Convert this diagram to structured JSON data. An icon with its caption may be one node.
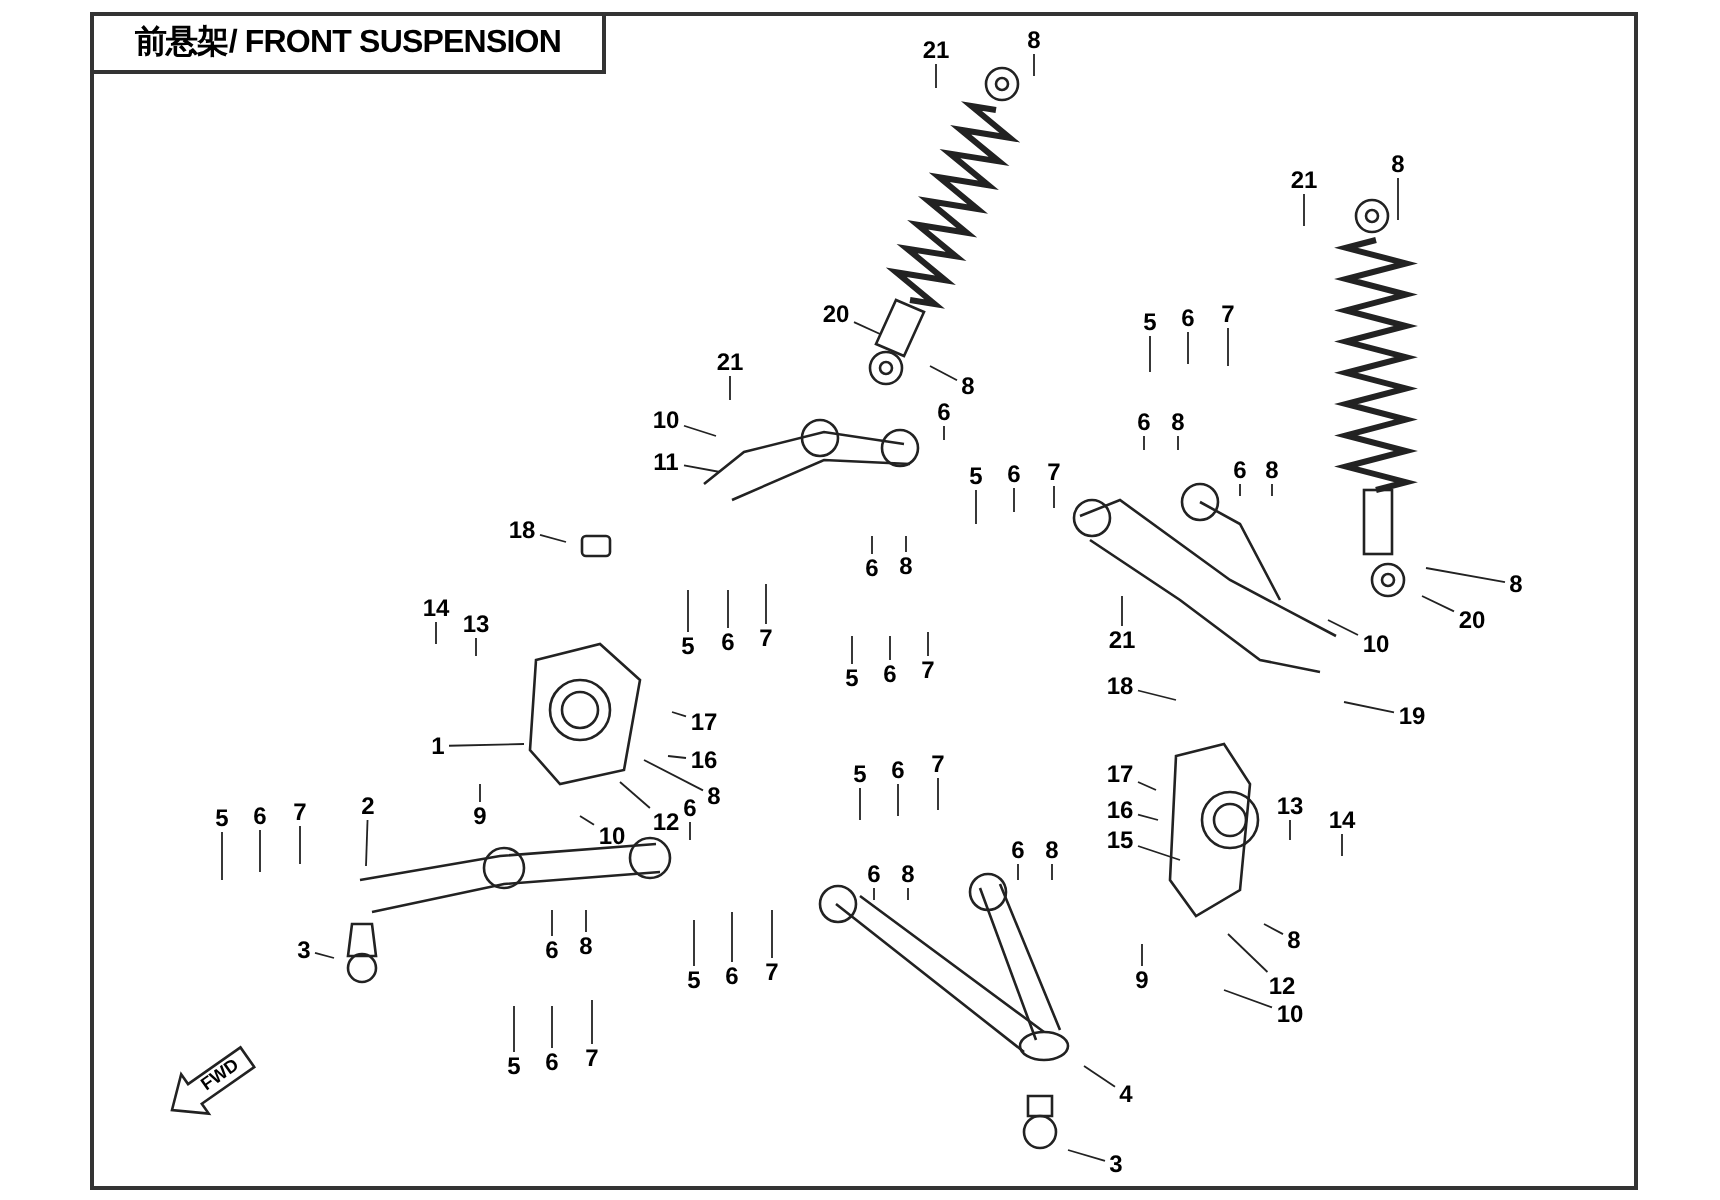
{
  "diagram": {
    "title": "前悬架/ FRONT SUSPENSION",
    "nodes": [
      {
        "text": [
          "21"
        ]
      },
      {
        "text": [
          "8"
        ]
      },
      {
        "text": [
          "21"
        ]
      },
      {
        "text": [
          "8"
        ]
      },
      {
        "text": [
          "20"
        ]
      },
      {
        "text": [
          "21"
        ]
      },
      {
        "text": [
          "8"
        ]
      },
      {
        "text": [
          "6"
        ]
      },
      {
        "text": [
          "5"
        ]
      },
      {
        "text": [
          "6"
        ]
      },
      {
        "text": [
          "7"
        ]
      },
      {
        "text": [
          "10"
        ]
      },
      {
        "text": [
          "6"
        ]
      },
      {
        "text": [
          "8"
        ]
      },
      {
        "text": [
          "11"
        ]
      },
      {
        "text": [
          "5"
        ]
      },
      {
        "text": [
          "6"
        ]
      },
      {
        "text": [
          "7"
        ]
      },
      {
        "text": [
          "6"
        ]
      },
      {
        "text": [
          "8"
        ]
      },
      {
        "text": [
          "18"
        ]
      },
      {
        "text": [
          "6"
        ]
      },
      {
        "text": [
          "8"
        ]
      },
      {
        "text": [
          "8"
        ]
      },
      {
        "text": [
          "20"
        ]
      },
      {
        "text": [
          "14"
        ]
      },
      {
        "text": [
          "13"
        ]
      },
      {
        "text": [
          "10"
        ]
      },
      {
        "text": [
          "21"
        ]
      },
      {
        "text": [
          "5"
        ]
      },
      {
        "text": [
          "6"
        ]
      },
      {
        "text": [
          "7"
        ]
      },
      {
        "text": [
          "5"
        ]
      },
      {
        "text": [
          "6"
        ]
      },
      {
        "text": [
          "7"
        ]
      },
      {
        "text": [
          "19"
        ]
      },
      {
        "text": [
          "18"
        ]
      },
      {
        "text": [
          "17"
        ]
      },
      {
        "text": [
          "1"
        ]
      },
      {
        "text": [
          "16"
        ]
      },
      {
        "text": [
          "5"
        ]
      },
      {
        "text": [
          "6"
        ]
      },
      {
        "text": [
          "7"
        ]
      },
      {
        "text": [
          "17"
        ]
      },
      {
        "text": [
          "8"
        ]
      },
      {
        "text": [
          "6"
        ]
      },
      {
        "text": [
          "5"
        ]
      },
      {
        "text": [
          "6"
        ]
      },
      {
        "text": [
          "7"
        ]
      },
      {
        "text": [
          "2"
        ]
      },
      {
        "text": [
          "16"
        ]
      },
      {
        "text": [
          "12"
        ]
      },
      {
        "text": [
          "9"
        ]
      },
      {
        "text": [
          "13"
        ]
      },
      {
        "text": [
          "14"
        ]
      },
      {
        "text": [
          "10"
        ]
      },
      {
        "text": [
          "15"
        ]
      },
      {
        "text": [
          "6"
        ]
      },
      {
        "text": [
          "8"
        ]
      },
      {
        "text": [
          "6"
        ]
      },
      {
        "text": [
          "8"
        ]
      },
      {
        "text": [
          "8"
        ]
      },
      {
        "text": [
          "6"
        ]
      },
      {
        "text": [
          "8"
        ]
      },
      {
        "text": [
          "3"
        ]
      },
      {
        "text": [
          "12"
        ]
      },
      {
        "text": [
          "5"
        ]
      },
      {
        "text": [
          "6"
        ]
      },
      {
        "text": [
          "7"
        ]
      },
      {
        "text": [
          "9"
        ]
      },
      {
        "text": [
          "10"
        ]
      },
      {
        "text": [
          "5"
        ]
      },
      {
        "text": [
          "6"
        ]
      },
      {
        "text": [
          "7"
        ]
      },
      {
        "text": [
          "4"
        ]
      },
      {
        "text": [
          "3"
        ]
      }
    ],
    "edges": [
      {
        "from": 0,
        "to": null,
        "arrow": "none"
      },
      {
        "from": 1,
        "to": null,
        "arrow": "none"
      },
      {
        "from": 2,
        "to": null,
        "arrow": "none"
      },
      {
        "from": 3,
        "to": null,
        "arrow": "none"
      },
      {
        "from": 4,
        "to": null,
        "arrow": "none"
      },
      {
        "from": 5,
        "to": null,
        "arrow": "none"
      },
      {
        "from": 6,
        "to": null,
        "arrow": "none"
      },
      {
        "from": 7,
        "to": null,
        "arrow": "none"
      },
      {
        "from": 8,
        "to": null,
        "arrow": "none"
      },
      {
        "from": 9,
        "to": null,
        "arrow": "none"
      },
      {
        "from": 10,
        "to": null,
        "arrow": "none"
      },
      {
        "from": 11,
        "to": null,
        "arrow": "none"
      },
      {
        "from": 12,
        "to": null,
        "arrow": "none"
      },
      {
        "from": 13,
        "to": null,
        "arrow": "none"
      },
      {
        "from": 14,
        "to": null,
        "arrow": "none"
      },
      {
        "from": 15,
        "to": null,
        "arrow": "none"
      },
      {
        "from": 16,
        "to": null,
        "arrow": "none"
      },
      {
        "from": 17,
        "to": null,
        "arrow": "none"
      },
      {
        "from": 18,
        "to": null,
        "arrow": "none"
      },
      {
        "from": 19,
        "to": null,
        "arrow": "none"
      },
      {
        "from": 20,
        "to": null,
        "arrow": "none"
      },
      {
        "from": 21,
        "to": null,
        "arrow": "none"
      },
      {
        "from": 22,
        "to": null,
        "arrow": "none"
      },
      {
        "from": 23,
        "to": null,
        "arrow": "none"
      },
      {
        "from": 24,
        "to": null,
        "arrow": "none"
      },
      {
        "from": 25,
        "to": null,
        "arrow": "none"
      },
      {
        "from": 26,
        "to": null,
        "arrow": "none"
      },
      {
        "from": 27,
        "to": null,
        "arrow": "none"
      },
      {
        "from": 28,
        "to": null,
        "arrow": "none"
      },
      {
        "from": 29,
        "to": null,
        "arrow": "none"
      },
      {
        "from": 30,
        "to": null,
        "arrow": "none"
      },
      {
        "from": 31,
        "to": null,
        "arrow": "none"
      },
      {
        "from": 32,
        "to": null,
        "arrow": "none"
      },
      {
        "from": 33,
        "to": null,
        "arrow": "none"
      },
      {
        "from": 34,
        "to": null,
        "arrow": "none"
      },
      {
        "from": 35,
        "to": null,
        "arrow": "none"
      },
      {
        "from": 36,
        "to": null,
        "arrow": "none"
      },
      {
        "from": 37,
        "to": null,
        "arrow": "none"
      },
      {
        "from": 38,
        "to": null,
        "arrow": "none"
      },
      {
        "from": 39,
        "to": null,
        "arrow": "none"
      },
      {
        "from": 40,
        "to": null,
        "arrow": "none"
      },
      {
        "from": 41,
        "to": null,
        "arrow": "none"
      },
      {
        "from": 42,
        "to": null,
        "arrow": "none"
      },
      {
        "from": 43,
        "to": null,
        "arrow": "none"
      },
      {
        "from": 44,
        "to": null,
        "arrow": "none"
      },
      {
        "from": 45,
        "to": null,
        "arrow": "none"
      },
      {
        "from": 46,
        "to": null,
        "arrow": "none"
      },
      {
        "from": 47,
        "to": null,
        "arrow": "none"
      },
      {
        "from": 48,
        "to": null,
        "arrow": "none"
      },
      {
        "from": 49,
        "to": null,
        "arrow": "none"
      },
      {
        "from": 50,
        "to": null,
        "arrow": "none"
      },
      {
        "from": 51,
        "to": null,
        "arrow": "none"
      },
      {
        "from": 52,
        "to": null,
        "arrow": "none"
      },
      {
        "from": 53,
        "to": null,
        "arrow": "none"
      },
      {
        "from": 54,
        "to": null,
        "arrow": "none"
      },
      {
        "from": 55,
        "to": null,
        "arrow": "none"
      },
      {
        "from": 56,
        "to": null,
        "arrow": "none"
      },
      {
        "from": 57,
        "to": null,
        "arrow": "none"
      },
      {
        "from": 58,
        "to": null,
        "arrow": "none"
      },
      {
        "from": 59,
        "to": null,
        "arrow": "none"
      },
      {
        "from": 60,
        "to": null,
        "arrow": "none"
      },
      {
        "from": 61,
        "to": null,
        "arrow": "none"
      },
      {
        "from": 62,
        "to": null,
        "arrow": "none"
      },
      {
        "from": 63,
        "to": null,
        "arrow": "none"
      },
      {
        "from": 64,
        "to": null,
        "arrow": "none"
      },
      {
        "from": 65,
        "to": null,
        "arrow": "none"
      },
      {
        "from": 66,
        "to": null,
        "arrow": "none"
      },
      {
        "from": 67,
        "to": null,
        "arrow": "none"
      },
      {
        "from": 68,
        "to": null,
        "arrow": "none"
      },
      {
        "from": 69,
        "to": null,
        "arrow": "none"
      },
      {
        "from": 70,
        "to": null,
        "arrow": "none"
      },
      {
        "from": 71,
        "to": null,
        "arrow": "none"
      },
      {
        "from": 72,
        "to": null,
        "arrow": "none"
      },
      {
        "from": 73,
        "to": null,
        "arrow": "none"
      },
      {
        "from": 74,
        "to": null,
        "arrow": "none"
      },
      {
        "from": 75,
        "to": null,
        "arrow": "none"
      }
    ],
    "labels": [
      "FWD"
    ]
  }
}
